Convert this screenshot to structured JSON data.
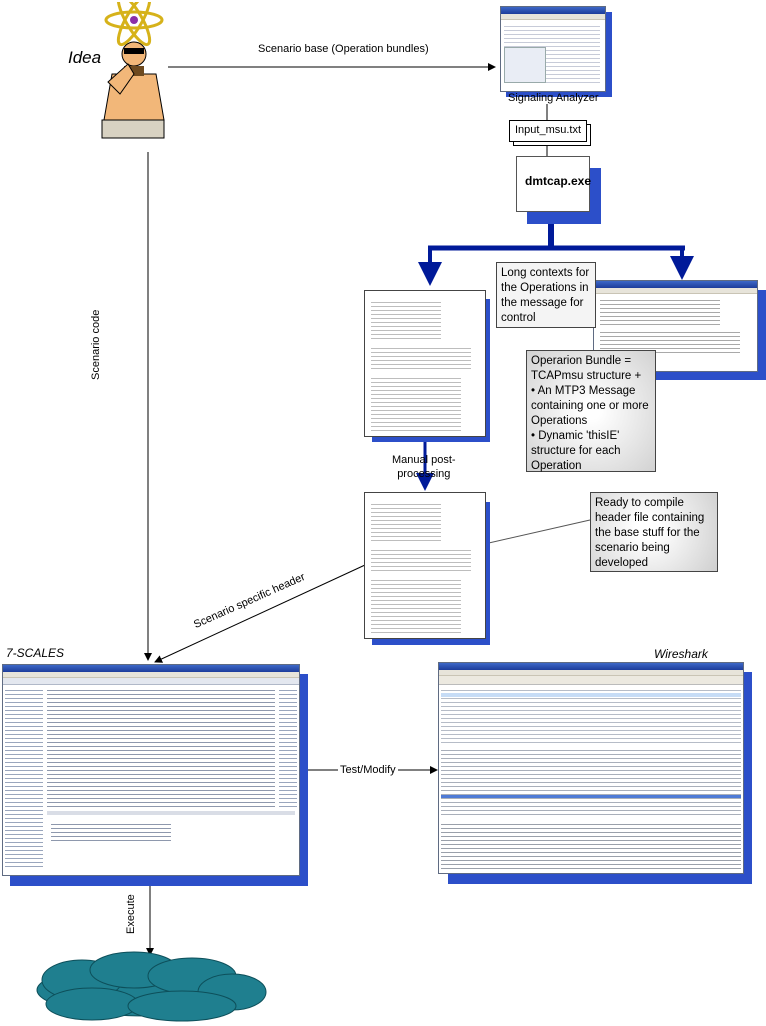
{
  "labels": {
    "idea": "Idea",
    "scenario_base_arrow": "Scenario base (Operation bundles)",
    "signaling_analyzer": "Signaling Analyzer",
    "input_file": "Input_msu.txt",
    "dmtcap": "dmtcap.exe",
    "manual_post_processing": "Manual post-\nprocessing",
    "scenario_code": "Scenario code",
    "scenario_specific_header": "Scenario specific header",
    "seven_scales": "7-SCALES",
    "wireshark": "Wireshark",
    "test_modify": "Test/Modify",
    "execute": "Execute"
  },
  "callouts": {
    "long_contexts": "Long contexts for the Operations in the message for control",
    "operation_bundle_title": "Operarion Bundle = TCAPmsu structure +",
    "operation_bundle_bullets": [
      "An MTP3 Message containing one or more Operations",
      "Dynamic 'thisIE' structure for each Operation"
    ],
    "ready_to_compile": "Ready to compile header file containing the base stuff for the scenario being developed"
  },
  "colors": {
    "flow_arrow": "#001a99",
    "shadow": "#2c4fc9",
    "cloud": "#1f7f8f"
  }
}
